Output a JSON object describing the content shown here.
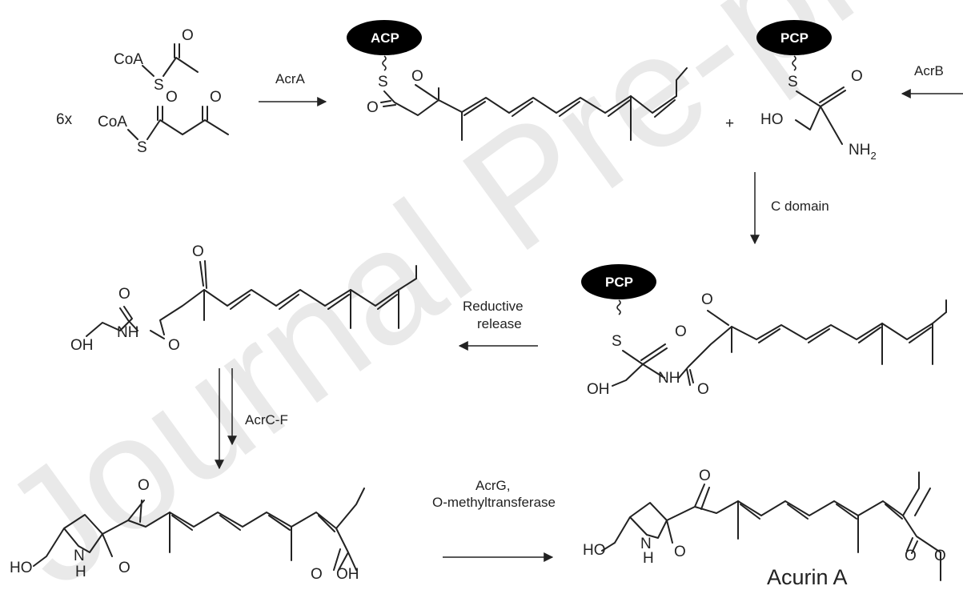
{
  "watermark": "Journal Pre-proof",
  "carriers": {
    "acp": "ACP",
    "pcp": "PCP"
  },
  "atoms": {
    "o": "O",
    "s": "S",
    "oh": "OH",
    "ho": "HO",
    "nh": "NH",
    "nh2": "NH",
    "nh2_sub": "2",
    "h": "H",
    "n": "N",
    "coa": "CoA",
    "plus": "+"
  },
  "reagent_multiplier": "6x",
  "enzymes": {
    "acra": "AcrA",
    "acrb": "AcrB",
    "c_domain": "C domain",
    "reductive_line1": "Reductive",
    "reductive_line2": "release",
    "acrcf": "AcrC-F",
    "acrg_line1": "AcrG,",
    "acrg_line2": "O-methyltransferase"
  },
  "product_name": "Acurin A",
  "colors": {
    "ink": "#222222",
    "carrier_fill": "#000000",
    "watermark": "#e9e9e9"
  }
}
